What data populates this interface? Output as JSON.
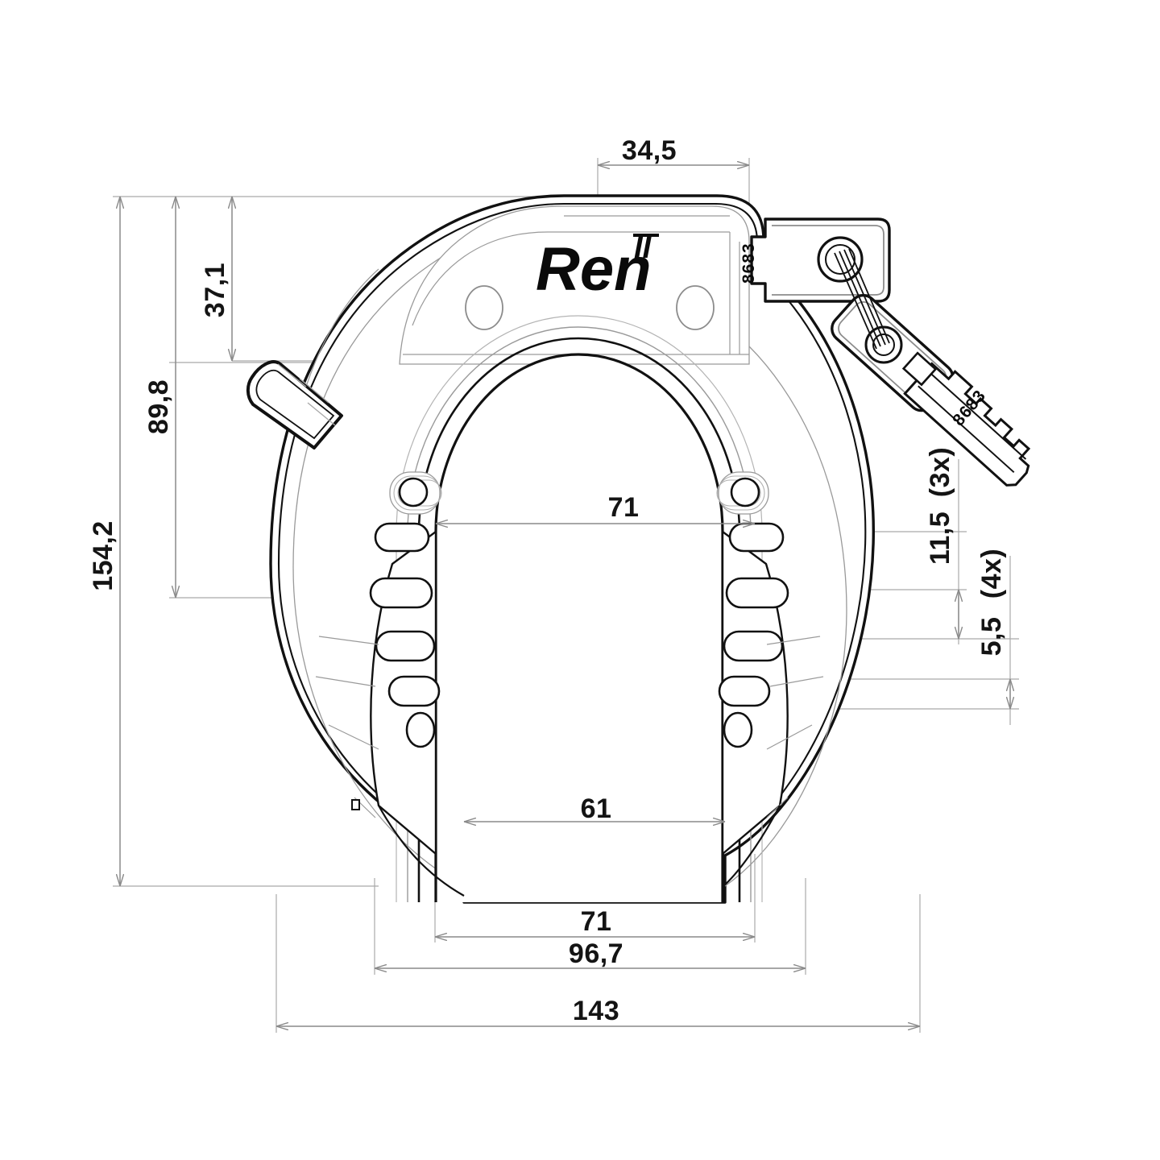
{
  "drawing": {
    "title": "Ren II frame lock technical dimension drawing",
    "units": "mm",
    "brand_logo": "Ren",
    "brand_superscript": "II",
    "key_code_body": "8683",
    "key_code_fob": "8683",
    "line_color": "#111111",
    "dim_line_color": "#8a8a8a",
    "thin_line_color": "#aaaaaa",
    "background": "#ffffff"
  },
  "dimensions": {
    "top_width": "34,5",
    "left_upper": "37,1",
    "left_middle": "89,8",
    "left_total": "154,2",
    "center_bore": "71",
    "right_slot_pitch": "11,5",
    "right_slot_pitch_count": "(3x)",
    "right_slot_width": "5,5",
    "right_slot_width_count": "(4x)",
    "bottom_gap": "61",
    "bottom_inner": "71",
    "bottom_mid": "96,7",
    "bottom_total": "143"
  },
  "labels": [
    {
      "id": "dim-34-5",
      "text": "34,5",
      "orientation": "horizontal"
    },
    {
      "id": "dim-37-1",
      "text": "37,1",
      "orientation": "vertical"
    },
    {
      "id": "dim-89-8",
      "text": "89,8",
      "orientation": "vertical"
    },
    {
      "id": "dim-154-2",
      "text": "154,2",
      "orientation": "vertical"
    },
    {
      "id": "dim-71-top",
      "text": "71",
      "orientation": "horizontal"
    },
    {
      "id": "dim-11-5",
      "text": "11,5",
      "orientation": "vertical"
    },
    {
      "id": "dim-3x",
      "text": "(3x)",
      "orientation": "vertical"
    },
    {
      "id": "dim-5-5",
      "text": "5,5",
      "orientation": "vertical"
    },
    {
      "id": "dim-4x",
      "text": "(4x)",
      "orientation": "vertical"
    },
    {
      "id": "dim-61",
      "text": "61",
      "orientation": "horizontal"
    },
    {
      "id": "dim-71-bot",
      "text": "71",
      "orientation": "horizontal"
    },
    {
      "id": "dim-96-7",
      "text": "96,7",
      "orientation": "horizontal"
    },
    {
      "id": "dim-143",
      "text": "143",
      "orientation": "horizontal"
    }
  ]
}
